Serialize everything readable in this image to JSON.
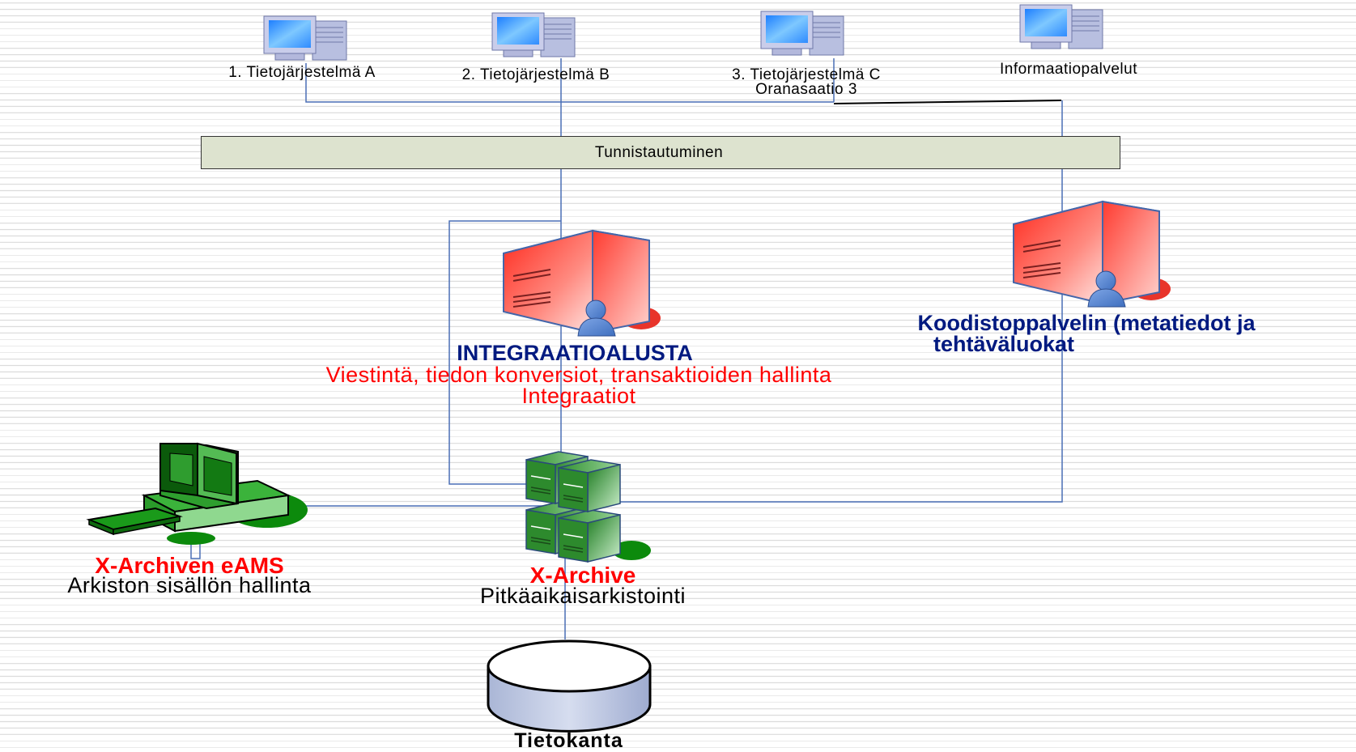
{
  "clients": [
    {
      "label": "1. Tietojärjestelmä A"
    },
    {
      "label": "2. Tietojärjestelmä B"
    },
    {
      "label": "3. Tietojärjestelmä C",
      "sublabel": "Oranasaatio 3"
    },
    {
      "label": "Informaatiopalvelut"
    }
  ],
  "auth_bar": {
    "label": "Tunnistautuminen"
  },
  "integration": {
    "title": "INTEGRAATIOALUSTA",
    "line1": "Viestintä, tiedon konversiot, transaktioiden hallinta",
    "line2": "Integraatiot"
  },
  "code_service": {
    "line1": "Koodistoppalvelin (metatiedot ja",
    "line2": "tehtäväluokat"
  },
  "eams": {
    "title": "X-Archiven eAMS",
    "subtitle": "Arkiston sisällön hallinta"
  },
  "archive": {
    "title": "X-Archive",
    "subtitle": "Pitkäaikaisarkistointi"
  },
  "database": {
    "label": "Tietokanta"
  },
  "icons": {
    "client": "desktop-computer-icon",
    "server": "server-user-icon",
    "workstation": "workstation-icon",
    "cluster": "server-cluster-icon",
    "database": "database-cylinder-icon"
  },
  "colors": {
    "connector": "#4a6fb5",
    "server_red": "#e8342a",
    "cluster_green": "#3a9a3a",
    "auth_bar_fill": "#dde3cf",
    "title_blue": "#001a80",
    "accent_red": "#ff0000"
  }
}
